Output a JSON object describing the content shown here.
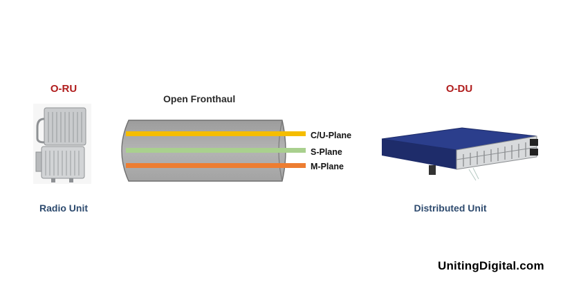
{
  "oru": {
    "title": "O-RU",
    "caption": "Radio Unit"
  },
  "odu": {
    "title": "O-DU",
    "caption": "Distributed Unit"
  },
  "fronthaul": {
    "title": "Open Fronthaul",
    "planes": [
      {
        "label": "C/U-Plane",
        "color": "#f5bd00"
      },
      {
        "label": "S-Plane",
        "color": "#a9d08e"
      },
      {
        "label": "M-Plane",
        "color": "#ed7d31"
      }
    ],
    "cable_color": "#a6a6a6"
  },
  "brand": "UnitingDigital.com",
  "colors": {
    "title_red": "#b01c1c",
    "caption_blue": "#2d4a6e"
  }
}
